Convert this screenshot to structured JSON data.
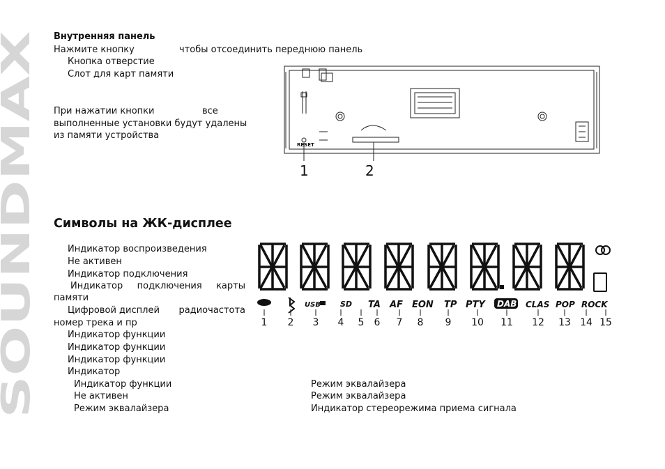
{
  "brand": {
    "logo_text": "SOUNDMAX",
    "color": "#d6d6d6"
  },
  "section1": {
    "title": "Внутренняя панель",
    "press_part1": "Нажмите кнопку",
    "press_part2": "чтобы отсоединить переднюю панель",
    "item1": "Кнопка  отверстие",
    "item2": "Слот для карт памяти",
    "reset_line1a": "При нажатии кнопки",
    "reset_line1b": "все",
    "reset_line2": "выполненные установки будут удалены",
    "reset_line3": "из памяти устройства"
  },
  "panel_figure": {
    "reset_label": "RESET",
    "callouts": [
      "1",
      "2"
    ]
  },
  "section2": {
    "title": "Символы на ЖК-дисплее",
    "items": [
      "Индикатор воспроизведения",
      "Не активен",
      "Индикатор подключения",
      "Индикатор",
      "подключения",
      "карты",
      "памяти",
      "Цифровой дисплей",
      "радиочастота",
      "номер трека и пр",
      "Индикатор функции",
      "Индикатор функции",
      "Индикатор функции",
      "Индикатор",
      "Индикатор функции",
      "Не активен",
      "Режим эквалайзера"
    ],
    "right_items": [
      "Режим эквалайзера",
      "Режим эквалайзера",
      "Индикатор стереорежима приема сигнала"
    ]
  },
  "lcd": {
    "icon_labels": [
      "TA",
      "AF",
      "EON",
      "TP",
      "PTY",
      "DAB",
      "CLAS",
      "POP",
      "ROCK"
    ],
    "usb_label": "USB",
    "sd_label": "SD",
    "numbers": [
      "1",
      "2",
      "3",
      "4",
      "5",
      "6",
      "7",
      "8",
      "9",
      "10",
      "11",
      "12",
      "13",
      "14",
      "15"
    ]
  }
}
